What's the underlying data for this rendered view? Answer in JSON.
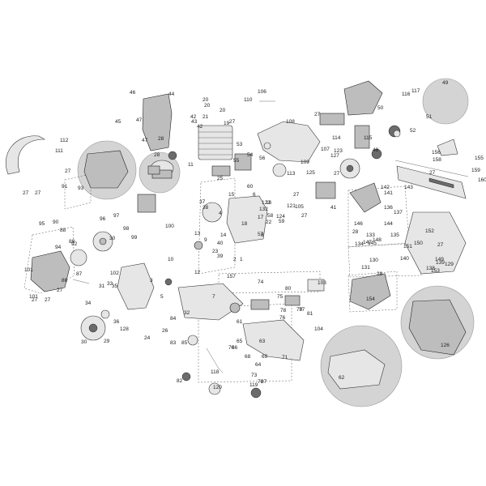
{
  "labels": [
    "1",
    "2",
    "3",
    "4",
    "5",
    "6",
    "7",
    "8",
    "9",
    "10",
    "11",
    "12",
    "13",
    "14",
    "15",
    "16",
    "17",
    "18",
    "19",
    "20",
    "21",
    "22",
    "23",
    "24",
    "25",
    "26",
    "27",
    "28",
    "29",
    "30",
    "31",
    "32",
    "33",
    "34",
    "35",
    "36",
    "37",
    "38",
    "39",
    "40",
    "41",
    "42",
    "43",
    "44",
    "45",
    "46",
    "47",
    "48",
    "49",
    "50",
    "51",
    "52",
    "53",
    "54",
    "55",
    "56",
    "57",
    "58",
    "59",
    "60",
    "61",
    "62",
    "63",
    "64",
    "65",
    "66",
    "67",
    "68",
    "69",
    "70",
    "71",
    "72",
    "73",
    "74",
    "75",
    "76",
    "77",
    "78",
    "79",
    "80",
    "81",
    "82",
    "83",
    "84",
    "85",
    "86",
    "87",
    "88",
    "89",
    "90",
    "91",
    "92",
    "93",
    "94",
    "95",
    "96",
    "97",
    "98",
    "99",
    "100",
    "101",
    "102",
    "103",
    "104",
    "105",
    "106",
    "107",
    "108",
    "109",
    "110",
    "111",
    "112",
    "113",
    "114",
    "115",
    "116",
    "117",
    "118",
    "119",
    "120",
    "121",
    "122",
    "123",
    "124",
    "125",
    "126",
    "127",
    "128",
    "129",
    "130",
    "131",
    "132",
    "133",
    "134",
    "135",
    "136",
    "137",
    "138",
    "139",
    "140",
    "141",
    "142",
    "143",
    "144",
    "145",
    "146",
    "147",
    "148",
    "149",
    "150",
    "151",
    "152",
    "153",
    "154",
    "155",
    "156",
    "157",
    "158",
    "159",
    "160"
  ]
}
